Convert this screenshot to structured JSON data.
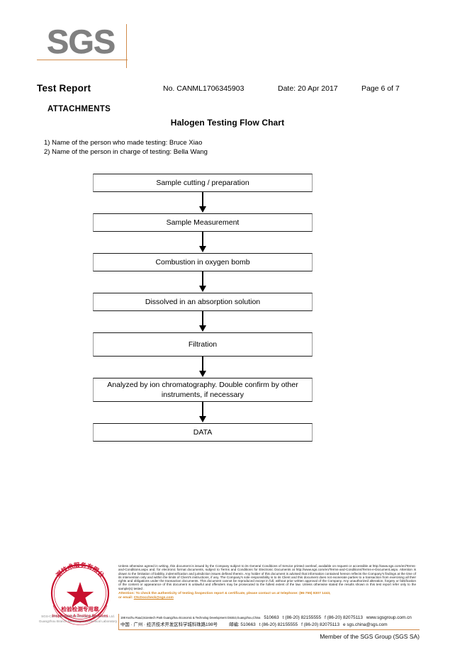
{
  "logo": {
    "text": "SGS",
    "accent_color": "#d08a4a",
    "letter_color": "#808080"
  },
  "header": {
    "title": "Test Report",
    "report_no": "No. CANML1706345903",
    "date": "Date: 20 Apr 2017",
    "page": "Page 6 of 7"
  },
  "attachments": {
    "label": "ATTACHMENTS",
    "chart_title": "Halogen Testing Flow Chart",
    "names": [
      "1) Name of the person who made testing: Bruce Xiao",
      "2) Name of the person in charge of testing: Bella Wang"
    ]
  },
  "flowchart": {
    "steps": [
      "Sample cutting / preparation",
      "Sample Measurement",
      "Combustion in oxygen bomb",
      "Dissolved in an absorption solution",
      "Filtration",
      "Analyzed by ion chromatography. Double confirm by other instruments, if necessary",
      "DATA"
    ]
  },
  "stamp": {
    "outer_text_cn": "广东省检验检测技术服务有限公司广州分公司",
    "center_cn": "检验检测专用章",
    "center_en": "Inspection & Testing Services",
    "color": "#c8102e"
  },
  "footer": {
    "disclaimer": "Unless otherwise agreed in writing, this document is issued by the Company subject to its General Conditions of Service printed overleaf, available on request or accessible at http://www.sgs.com/en/Terms-and-Conditions.aspx and, for electronic format documents, subject to Terms and Conditions for Electronic Documents at http://www.sgs.com/en/Terms-and-Conditions/Terms-e-Document.aspx. Attention is drawn to the limitation of liability, indemnification and jurisdiction issues defined therein. Any holder of this document is advised that information contained hereon reflects the Company's findings at the time of its intervention only and within the limits of Client's instructions, if any. The Company's sole responsibility is to its Client and this document does not exonerate parties to a transaction from exercising all their rights and obligations under the transaction documents. This document cannot be reproduced except in full, without prior written approval of the Company. Any unauthorized alteration, forgery or falsification of the content or appearance of this document is unlawful and offenders may be prosecuted to the fullest extent of the law. Unless otherwise stated the results shown in this test report refer only to the sample(s) tested .",
    "attention_line1": "Attention: To check the authenticity of testing /inspection report & certificate, please contact us at telephone: (86-755) 8307 1443,",
    "attention_line2_prefix": "or email: ",
    "attention_email": "CN.Doccheck@sgs.com",
    "address_en": "198 Kezhu Road,Scientech Park Guangzhou Economic & Technolog Development District,Guangzhou,China",
    "postcode_en": "510663",
    "tel_en": "t (86-20) 82155555",
    "fax_en": "f (86-20) 82075113",
    "web_en": "www.sgsgroup.com.cn",
    "address_cn": "中国 · 广州 · 经济技术开发区科学城科珠路198号",
    "postcode_cn_label": "邮编: 510663",
    "tel_cn": "t (86-20) 82155555",
    "fax_cn": "f (86-20) 82075113",
    "email_cn": "e sgs.china@sgs.com",
    "member_line": "Member of the SGS Group (SGS SA)",
    "stamp_caption_line1": "SGS-CSTC Standards Technical Services Co., Ltd.",
    "stamp_caption_line2": "Guangzhou Branch Metallurgical Chemical Laboratory",
    "accent_color": "#d08a4a",
    "attention_color": "#d4831f"
  }
}
